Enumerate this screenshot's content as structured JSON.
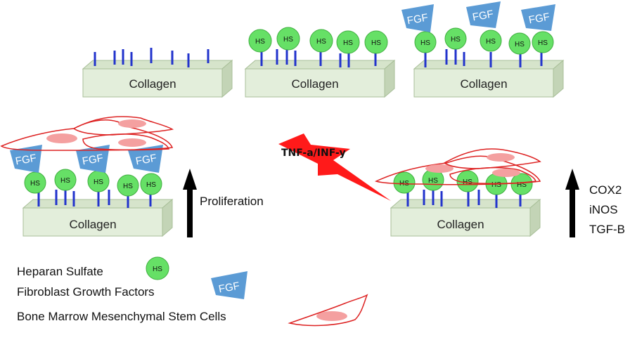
{
  "labels": {
    "collagen": "Collagen",
    "hs": "HS",
    "fgf": "FGF",
    "proliferation": "Proliferation",
    "tnf": "TNF-a/INF-y",
    "markers": [
      "COX2",
      "iNOS",
      "TGF-B"
    ]
  },
  "legend": {
    "heparan_sulfate": "Heparan Sulfate",
    "fgf": "Fibroblast Growth Factors",
    "bmsc": "Bone Marrow Mesenchymal Stem Cells"
  },
  "colors": {
    "collagen_fill": "#e3eedb",
    "collagen_stroke": "#a8bf98",
    "hs_fill": "#66e066",
    "hs_stroke": "#3fae3f",
    "spoke": "#2233cc",
    "fgf_fill": "#5b9bd5",
    "cell_outline": "#dd2222",
    "nucleus": "#f4a0a0",
    "bolt": "#ff1a1a"
  }
}
